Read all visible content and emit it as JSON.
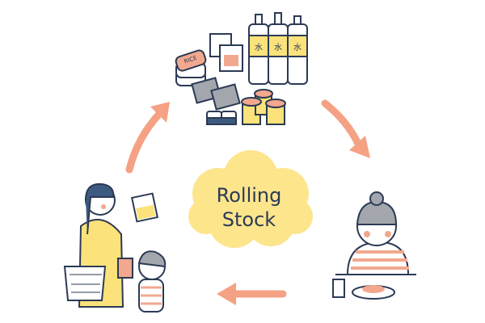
{
  "title": {
    "line1": "Rolling",
    "line2": "Stock"
  },
  "labels": {
    "rice": "RICE",
    "water": "水"
  },
  "colors": {
    "arrow": "#f4a184",
    "cloud": "#fde58c",
    "ink": "#2b3a55",
    "yellow": "#fbe27a",
    "salmon": "#f2a88e",
    "gray": "#a3a7ad"
  }
}
